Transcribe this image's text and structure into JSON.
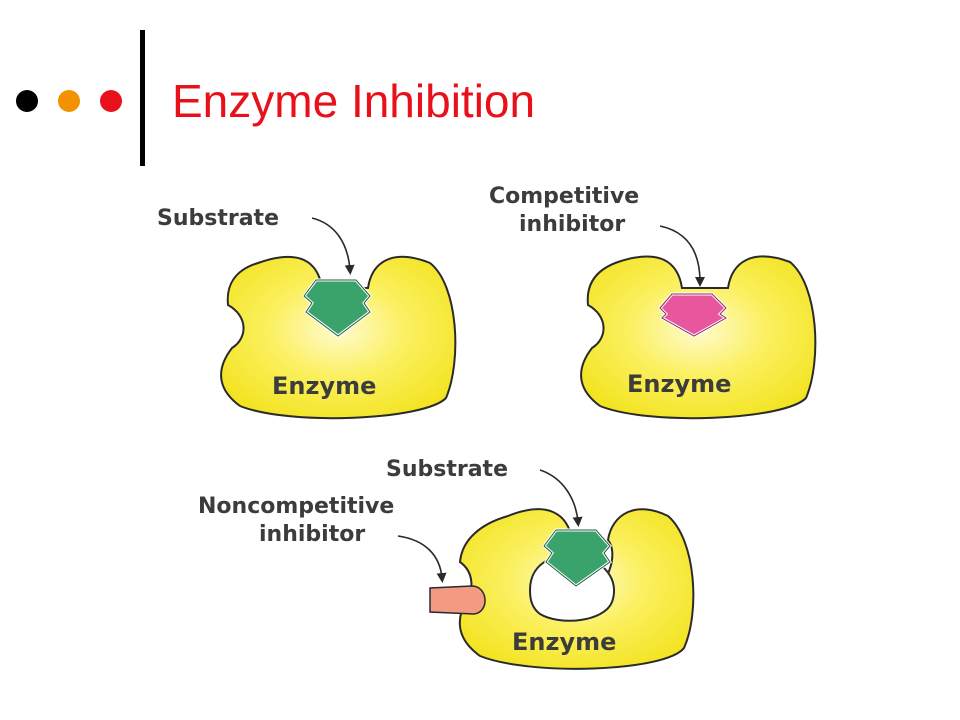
{
  "slide": {
    "title": "Enzyme Inhibition",
    "title_color": "#e8101a",
    "bullet_colors": [
      "#000000",
      "#f39200",
      "#e8101a"
    ]
  },
  "diagram": {
    "colors": {
      "enzyme_fill": "#f5ea1a",
      "enzyme_stroke": "#2a2a2a",
      "substrate_fill": "#3aa36b",
      "competitive_inhibitor_fill": "#e8579e",
      "noncompetitive_inhibitor_fill": "#f39a82"
    },
    "panels": {
      "normal": {
        "substrate_label": "Substrate",
        "enzyme_label": "Enzyme"
      },
      "competitive": {
        "inhibitor_label_line1": "Competitive",
        "inhibitor_label_line2": "inhibitor",
        "enzyme_label": "Enzyme"
      },
      "noncompetitive": {
        "substrate_label": "Substrate",
        "inhibitor_label_line1": "Noncompetitive",
        "inhibitor_label_line2": "inhibitor",
        "enzyme_label": "Enzyme"
      }
    }
  }
}
